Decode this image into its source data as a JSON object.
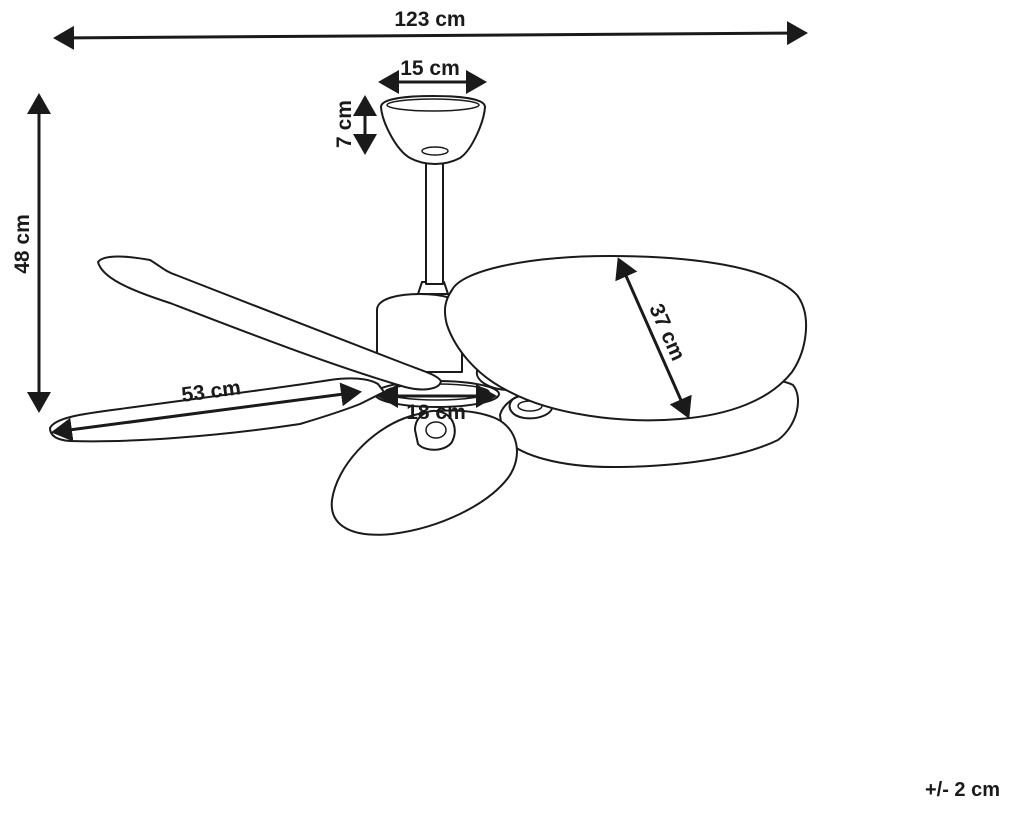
{
  "dimensions": {
    "total_width": "123 cm",
    "canopy_width": "15 cm",
    "canopy_height": "7 cm",
    "total_height": "48 cm",
    "blade_width": "37 cm",
    "blade_length": "53 cm",
    "motor_diameter": "18 cm"
  },
  "tolerance": "+/- 2 cm",
  "colors": {
    "line": "#1a1a1a",
    "background": "#ffffff"
  }
}
